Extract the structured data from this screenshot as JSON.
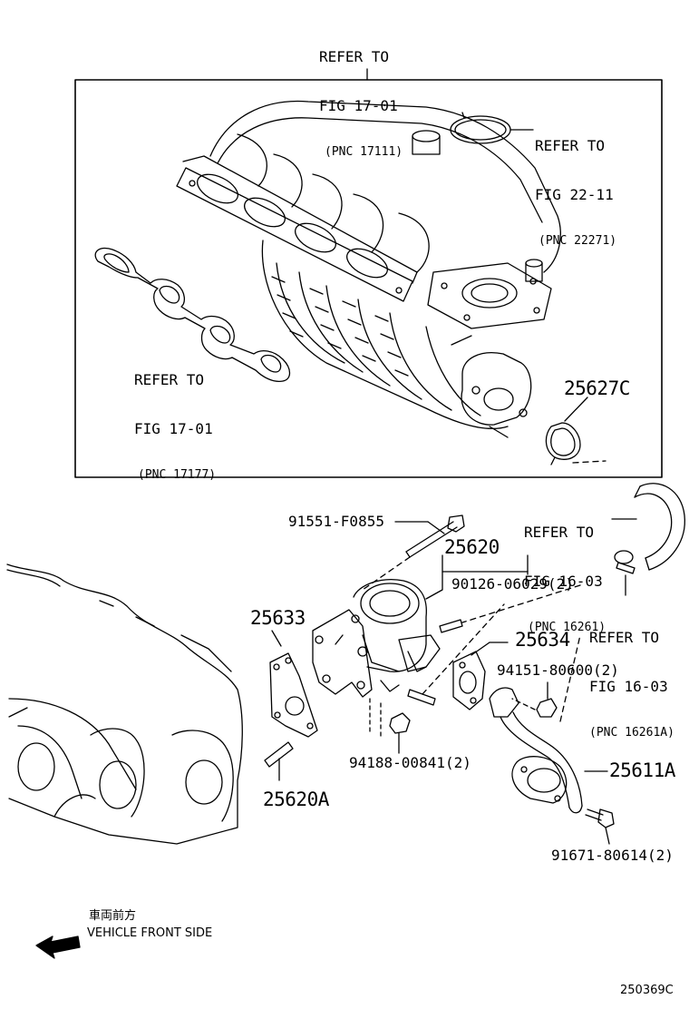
{
  "refs": {
    "r1": {
      "line1": "REFER TO",
      "line2": "FIG 17-01",
      "line3": "(PNC 17111)"
    },
    "r2": {
      "line1": "REFER TO",
      "line2": "FIG 22-11",
      "line3": "(PNC 22271)"
    },
    "r3": {
      "line1": "REFER TO",
      "line2": "FIG 17-01",
      "line3": "(PNC 17177)"
    },
    "r4": {
      "line1": "REFER TO",
      "line2": "FIG 16-03",
      "line3": "(PNC 16261)"
    },
    "r5": {
      "line1": "REFER TO",
      "line2": "FIG 16-03",
      "line3": "(PNC 16261A)"
    }
  },
  "parts": {
    "p25627c": "25627C",
    "p91551": "91551-F0855",
    "p25620": "25620",
    "p90126": "90126-06029(2)",
    "p25633": "25633",
    "p25634": "25634",
    "p94151": "94151-80600(2)",
    "p94188": "94188-00841(2)",
    "p25611a": "25611A",
    "p25620a": "25620A",
    "p91671": "91671-80614(2)"
  },
  "front": {
    "jp": "車両前方",
    "en": "VEHICLE FRONT SIDE"
  },
  "figure_id": "250369C"
}
